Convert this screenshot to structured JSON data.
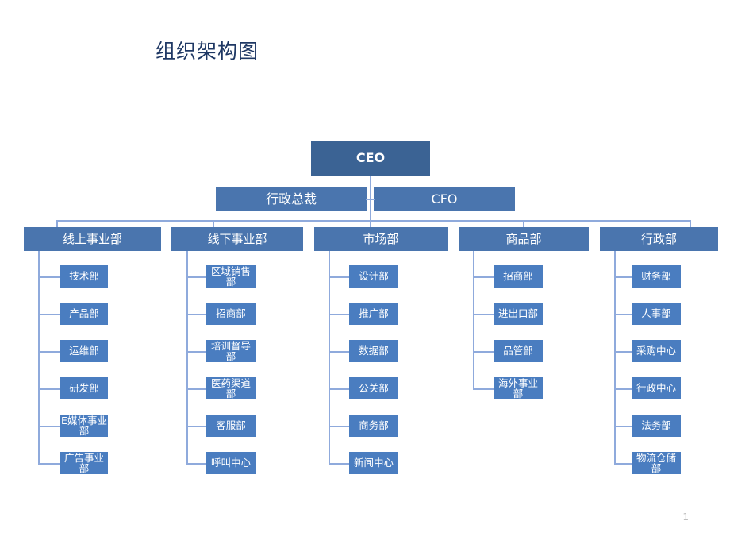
{
  "title": "组织架构图",
  "page_number": "1",
  "colors": {
    "title": "#1F3864",
    "ceo_box": "#3B6394",
    "exec_box": "#4A75AE",
    "dept_box": "#4A75AE",
    "sub_box": "#4A7DC0",
    "connector": "#8FAADC",
    "page_number": "#BFBFBF",
    "background": "#FFFFFF"
  },
  "chart_data": {
    "type": "diagram",
    "diagram_type": "organization-chart",
    "title": "组织架构图",
    "root": "CEO",
    "levels": [
      {
        "level": 1,
        "nodes": [
          "CEO"
        ]
      },
      {
        "level": 2,
        "nodes": [
          "行政总裁",
          "CFO"
        ]
      },
      {
        "level": 3,
        "nodes": [
          "线上事业部",
          "线下事业部",
          "市场部",
          "商品部",
          "行政部"
        ]
      }
    ]
  },
  "top": {
    "ceo": "CEO",
    "exec_left": "行政总裁",
    "exec_right": "CFO"
  },
  "departments": [
    {
      "name": "线上事业部",
      "children": [
        "技术部",
        "产品部",
        "运维部",
        "研发部",
        "E媒体事业部",
        "广告事业部"
      ]
    },
    {
      "name": "线下事业部",
      "children": [
        "区域销售部",
        "招商部",
        "培训督导部",
        "医药渠道部",
        "客服部",
        "呼叫中心"
      ]
    },
    {
      "name": "市场部",
      "children": [
        "设计部",
        "推广部",
        "数据部",
        "公关部",
        "商务部",
        "新闻中心"
      ]
    },
    {
      "name": "商品部",
      "children": [
        "招商部",
        "进出口部",
        "品管部",
        "海外事业部"
      ]
    },
    {
      "name": "行政部",
      "children": [
        "财务部",
        "人事部",
        "采购中心",
        "行政中心",
        "法务部",
        "物流仓储部"
      ]
    }
  ]
}
